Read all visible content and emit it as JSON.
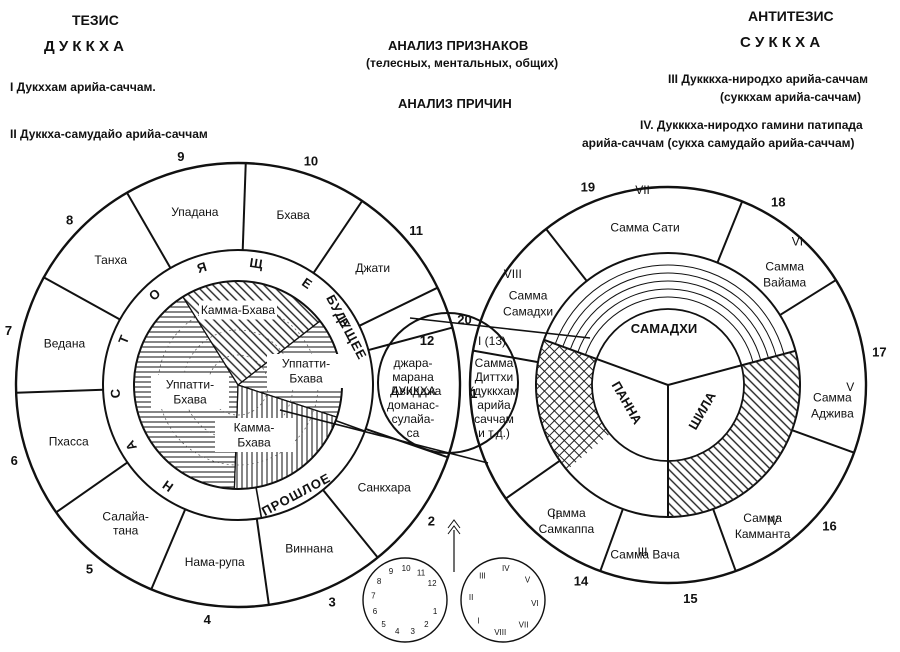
{
  "header": {
    "thesis": "ТЕЗИС",
    "dukkha": "Д У К К Х А",
    "truth1": "I  Дукххам арийа-саччам.",
    "truth2": "II  Дуккха-самудайо арийа-саччам",
    "analysis1": "АНАЛИЗ ПРИЗНАКОВ",
    "analysis1_sub": "(телесных, ментальных, общих)",
    "analysis2": "АНАЛИЗ ПРИЧИН",
    "antithesis": "АНТИТЕЗИС",
    "sukkha": "С У К К Х А",
    "truth3": "III  Дукккха-ниродхо арийа-саччам",
    "truth3_sub": "(суккхам арийа-саччам)",
    "truth4": "IV. Дукккха-ниродхо гамини патипада",
    "truth4_sub": "арийа-саччам (сукха самудайо арийа-саччам)"
  },
  "left_wheel": {
    "segments": [
      {
        "num": "1",
        "lines": [
          "Авидджа"
        ]
      },
      {
        "num": "2",
        "lines": [
          "Санкхара"
        ]
      },
      {
        "num": "3",
        "lines": [
          "Виннана"
        ]
      },
      {
        "num": "4",
        "lines": [
          "Нама-рупа"
        ]
      },
      {
        "num": "5",
        "lines": [
          "Салайа-",
          "тана"
        ]
      },
      {
        "num": "6",
        "lines": [
          "Пхасса"
        ]
      },
      {
        "num": "7",
        "lines": [
          "Ведана"
        ]
      },
      {
        "num": "8",
        "lines": [
          "Танха"
        ]
      },
      {
        "num": "9",
        "lines": [
          "Упадана"
        ]
      },
      {
        "num": "10",
        "lines": [
          "Бхава"
        ]
      },
      {
        "num": "11",
        "lines": [
          "Джати"
        ]
      }
    ],
    "ring_present": "Н А С Т О Я Щ Е Е",
    "ring_future": "БУДУЩЕЕ",
    "ring_past": "ПРОШЛОЕ",
    "inner": {
      "top": [
        "Камма-Бхава"
      ],
      "left": [
        "Уппатти-",
        "Бхава"
      ],
      "right": [
        "Уппатти-",
        "Бхава"
      ],
      "bottom": [
        "Камма-",
        "Бхава"
      ]
    }
  },
  "middle": {
    "num": "12",
    "lines": [
      "джара-",
      "марана",
      "ДУККХА",
      "доманас-",
      "сулайа-",
      "са"
    ]
  },
  "overlap": {
    "num": "I (13)",
    "lines": [
      "Самма",
      "Диттхи",
      "(дуккхам",
      "арийа",
      "саччам",
      "и т.д.)"
    ]
  },
  "right_wheel": {
    "segments": [
      {
        "num": "14",
        "roman": "II",
        "lines": [
          "Самма",
          "Самкаппа"
        ]
      },
      {
        "num": "15",
        "roman": "III",
        "lines": [
          "Самма Вача"
        ]
      },
      {
        "num": "16",
        "roman": "IV",
        "lines": [
          "Самма",
          "Камманта"
        ]
      },
      {
        "num": "17",
        "roman": "V",
        "lines": [
          "Самма",
          "Адживa"
        ]
      },
      {
        "num": "18",
        "roman": "VI",
        "lines": [
          "Самма",
          "Вайама"
        ]
      },
      {
        "num": "19",
        "roman": "VII",
        "lines": [
          "Самма   Сати"
        ]
      },
      {
        "num": "20",
        "roman": "VIII",
        "lines": [
          "Самма",
          "Самадхи"
        ]
      }
    ],
    "samadhi": "САМАДХИ",
    "panna": "ПАННА",
    "sila": "ШИЛА"
  },
  "mini": {
    "left_nums": [
      "1",
      "2",
      "3",
      "4",
      "5",
      "6",
      "7",
      "8",
      "9",
      "10",
      "11",
      "12"
    ],
    "right_nums": [
      "I",
      "II",
      "III",
      "IV",
      "V",
      "VI",
      "VII",
      "VIII"
    ]
  }
}
